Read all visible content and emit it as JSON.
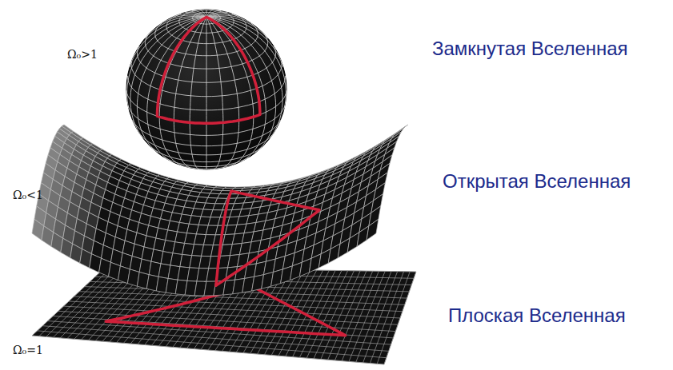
{
  "diagram": {
    "labels": [
      "Ω₀>1",
      "Замкнутая Вселенная",
      "Ω₀<1",
      "Открытая Вселенная",
      "Ω₀=1",
      "Плоская Вселенная"
    ]
  }
}
